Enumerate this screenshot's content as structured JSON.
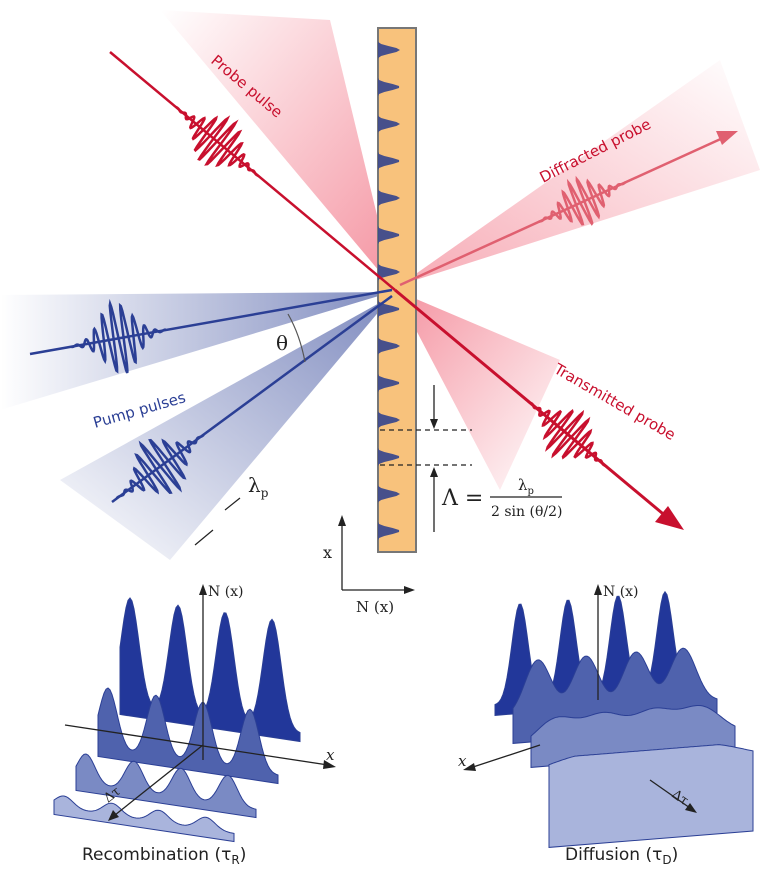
{
  "labels": {
    "probe_pulse": "Probe pulse",
    "diffracted_probe": "Diffracted probe",
    "transmitted_probe": "Transmitted probe",
    "pump_pulses": "Pump pulses",
    "theta": "θ",
    "lambda_p": "λ",
    "lambda_sub": "p",
    "grating_lhs": "Λ =",
    "grating_num": "λ",
    "grating_num_sub": "p",
    "grating_den": "2 sin (θ/2)",
    "axis_x": "x",
    "axis_Nx": "N (x)",
    "left_axis_N": "N (x)",
    "left_axis_x": "x",
    "left_axis_dt": "Δτ",
    "right_axis_N": "N (x)",
    "right_axis_x": "x",
    "right_axis_dt": "Δτ",
    "recombination": "Recombination (τ",
    "recombination_sub": "R",
    "diffusion": "Diffusion (τ",
    "diffusion_sub": "D",
    "close_paren": ")"
  },
  "colors": {
    "probe": "#c8102e",
    "pump": "#2b3f95",
    "sample": "#f8c27c",
    "grating": "#3d4a8c"
  }
}
